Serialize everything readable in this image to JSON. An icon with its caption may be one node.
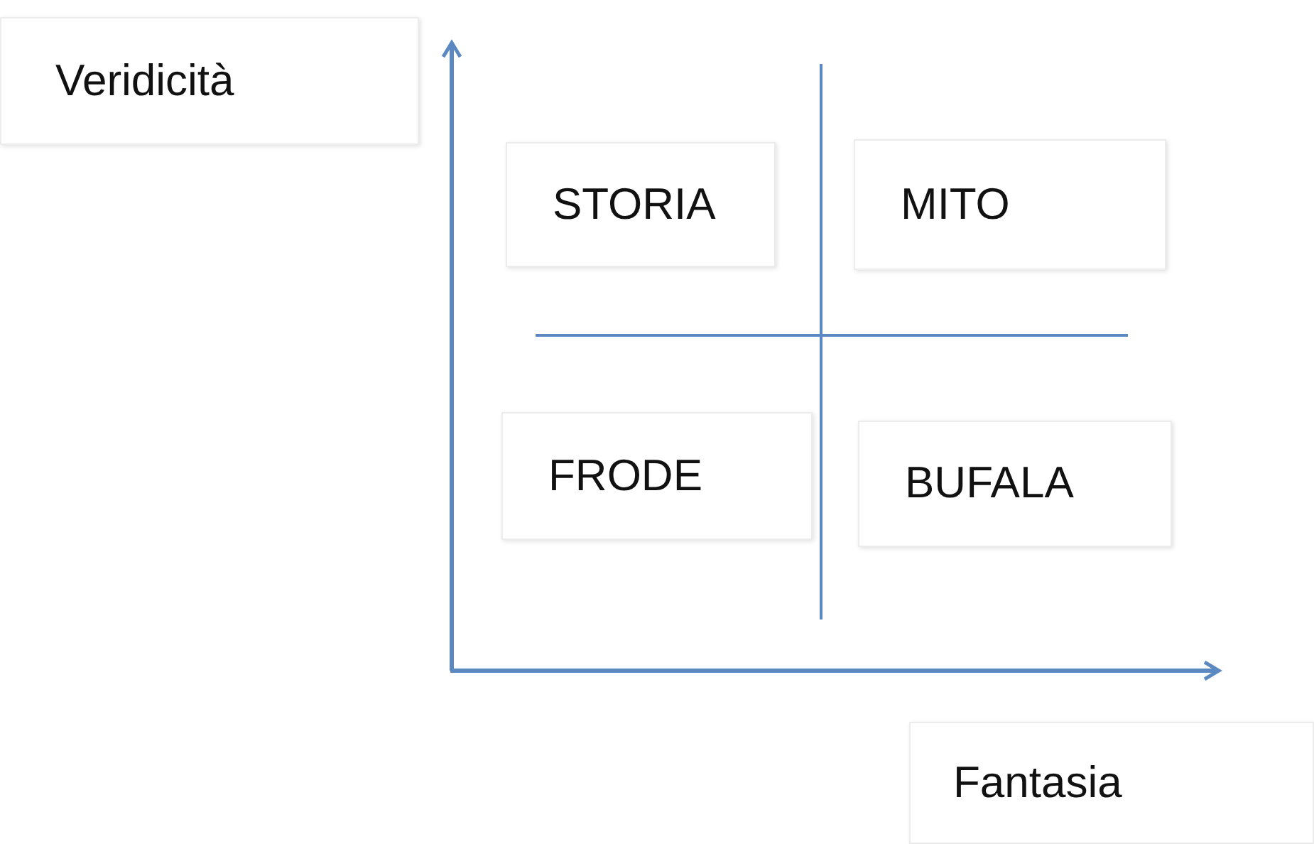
{
  "diagram": {
    "nodes": [
      {
        "text": [
          "Veridicità"
        ]
      },
      {
        "text": [
          "STORIA"
        ]
      },
      {
        "text": [
          "MITO"
        ]
      },
      {
        "text": [
          "FRODE"
        ]
      },
      {
        "text": [
          "BUFALA"
        ]
      },
      {
        "text": [
          "Fantasia"
        ]
      }
    ],
    "edges": []
  }
}
